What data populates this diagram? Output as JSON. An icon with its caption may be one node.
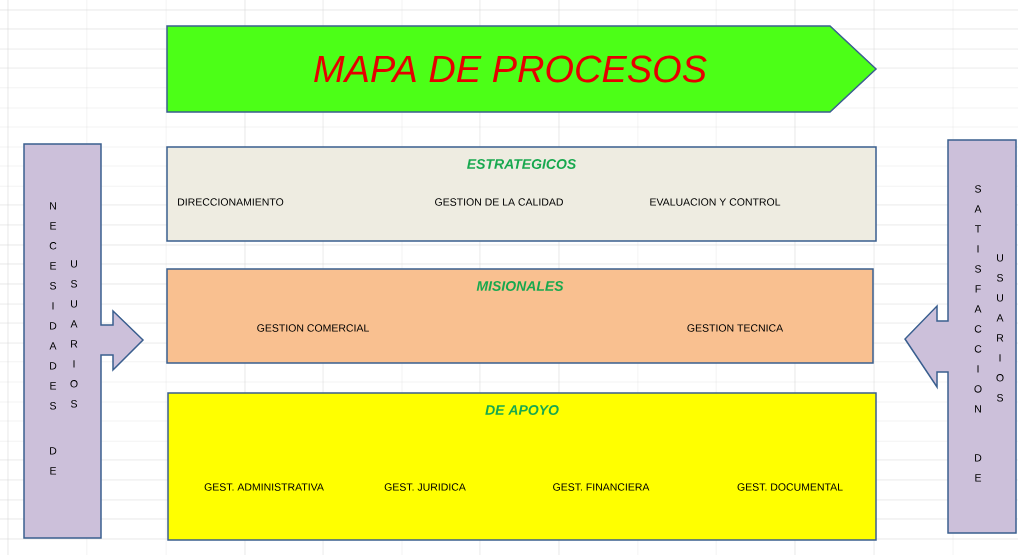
{
  "diagram": {
    "title": "MAPA DE PROCESOS",
    "nodes": [
      {
        "text": [
          "ESTRATEGICOS",
          "DIRECCIONAMIENTO",
          "GESTION DE LA CALIDAD",
          "EVALUACION Y CONTROL"
        ]
      },
      {
        "text": [
          "MISIONALES",
          "GESTION COMERCIAL",
          "GESTION TECNICA"
        ]
      },
      {
        "text": [
          "DE APOYO",
          "GEST. ADMINISTRATIVA",
          "GEST. JURIDICA",
          "GEST. FINANCIERA",
          "GEST. DOCUMENTAL"
        ]
      },
      {
        "text": [
          "NECESIDADES",
          "DE",
          "USUARIOS"
        ]
      },
      {
        "text": [
          "SATISFACCION",
          "DE",
          "USUARIOS"
        ]
      }
    ]
  }
}
